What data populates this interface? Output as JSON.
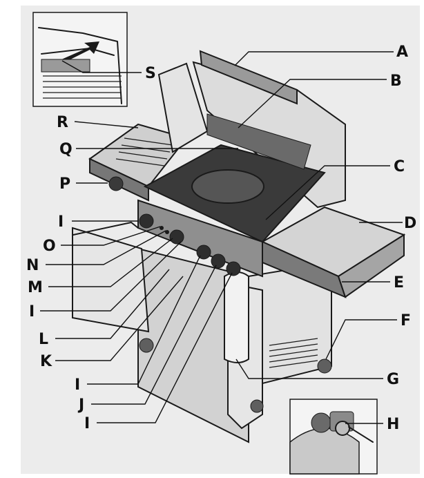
{
  "labels": [
    "A",
    "B",
    "C",
    "D",
    "E",
    "F",
    "G",
    "H",
    "I",
    "J",
    "K",
    "L",
    "M",
    "N",
    "O",
    "P",
    "Q",
    "R",
    "S"
  ],
  "label_left": {
    "S": "S",
    "R": "R",
    "Q": "Q",
    "P": "P",
    "I1": "I",
    "O": "O",
    "N": "N",
    "M": "M",
    "I2": "I",
    "L": "L",
    "K": "K",
    "I3": "I",
    "J": "J",
    "I4": "I"
  },
  "label_right": {
    "A": "A",
    "B": "B",
    "C": "C",
    "D": "D",
    "E": "E",
    "F": "F",
    "G": "G",
    "H": "H"
  },
  "colors": {
    "background": "#ececec",
    "grill_body": "#d9d9d9",
    "steel_dark": "#5f5f5f",
    "grate": "#3a3a3a",
    "ink": "#1a1a1a"
  }
}
